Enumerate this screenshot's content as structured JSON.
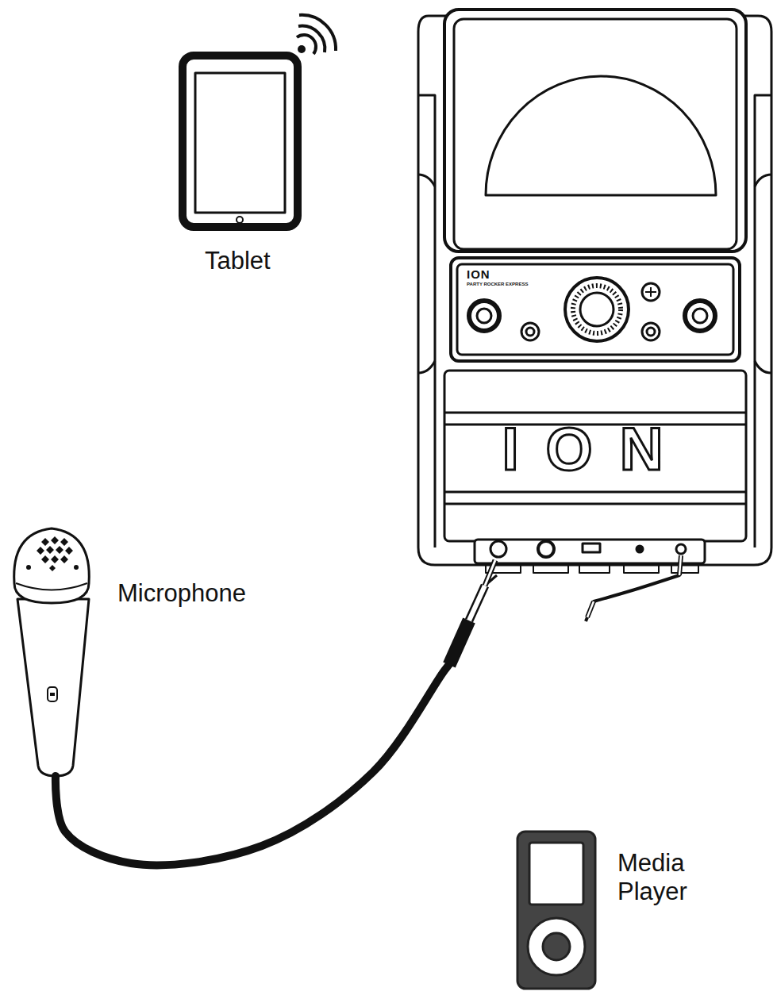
{
  "diagram": {
    "nodes": [
      {
        "text": [
          "Tablet"
        ]
      },
      {
        "text": [
          "ION",
          "PARTY ROCKER EXPRESS",
          "ION"
        ]
      },
      {
        "text": [
          "Microphone"
        ]
      },
      {
        "text": [
          "Media Player"
        ]
      }
    ],
    "edges": [
      {
        "from": 2,
        "to": 1,
        "arrow": "none"
      },
      {
        "from": 3,
        "to": 1,
        "arrow": "none"
      }
    ]
  }
}
